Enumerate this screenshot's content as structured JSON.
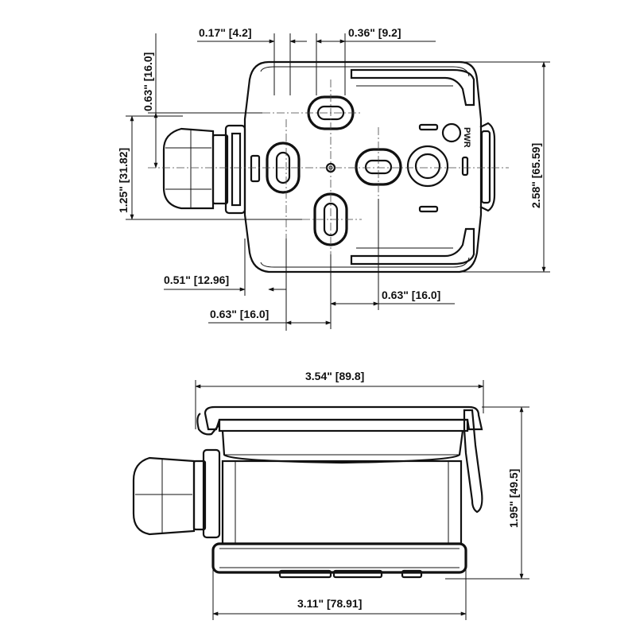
{
  "dimensions": {
    "top_view": {
      "d_017": "0.17\" [4.2]",
      "d_036": "0.36\" [9.2]",
      "d_063_vertical": "0.63\" [16.0]",
      "d_125": "1.25\" [31.82]",
      "d_258": "2.58\" [65.59]",
      "d_051": "0.51\" [12.96]",
      "d_063_right": "0.63\" [16.0]",
      "d_063_bottom": "0.63\" [16.0]",
      "led_label": "PWR"
    },
    "side_view": {
      "width_top": "3.54\" [89.8]",
      "height": "1.95\" [49.5]",
      "width_bottom": "3.11\" [78.91]"
    }
  }
}
